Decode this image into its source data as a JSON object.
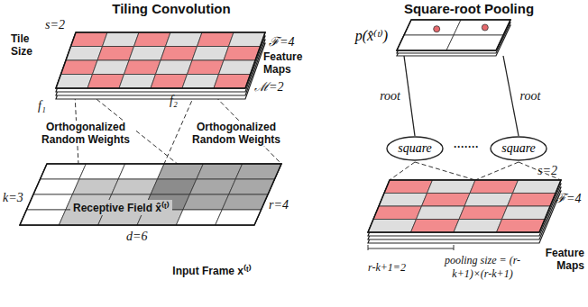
{
  "diagram": {
    "nodes": [
      {
        "text": [
          "p(x̂⁽ᵗ⁾)"
        ]
      },
      {
        "text": [
          "square"
        ]
      },
      {
        "text": [
          "square"
        ]
      }
    ],
    "edges": [
      {
        "from": 1,
        "to": 0,
        "arrow": "none",
        "label": "root"
      },
      {
        "from": 2,
        "to": 0,
        "arrow": "none",
        "label": "root"
      }
    ],
    "labels": [
      "Tiling Convolution",
      "Square-root Pooling",
      "s=2",
      "Tile Size",
      "ℱ=4",
      "Feature Maps",
      "ℳ=2",
      "f₁",
      "f₂",
      "Orthogonalized Random Weights",
      "Orthogonalized Random Weights",
      "k=3",
      "Receptive Field x̂⁽ᵗ⁾",
      "r=4",
      "d=6",
      "Input Frame x⁽ᵗ⁾",
      "·······",
      "s=2",
      "ℱ=4",
      "Feature Maps",
      "r-k+1=2",
      "pooling size = (r-k+1)×(r-k+1)"
    ]
  }
}
